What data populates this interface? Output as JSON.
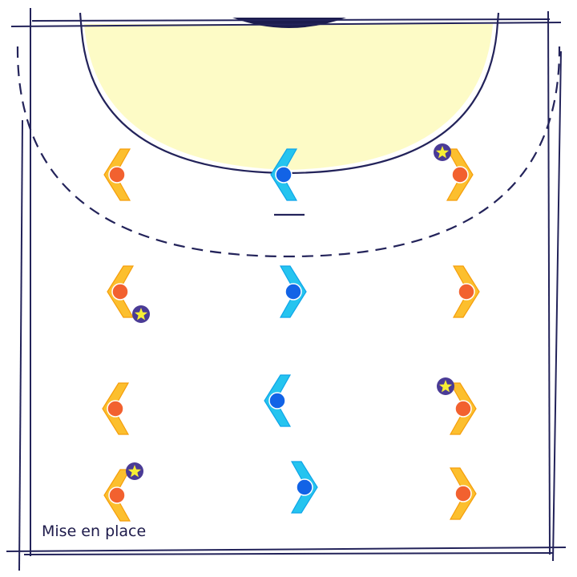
{
  "caption": "Mise en place",
  "colors": {
    "court_line": "#23235a",
    "goal_area_fill": "#fdfbc6",
    "goal_fill": "#1c1c4e",
    "attacker_chevron": "#fcbf2e",
    "attacker_chevron_edge": "#f59e0b",
    "attacker_ball": "#f2612f",
    "defender_chevron": "#25c4ef",
    "defender_chevron_edge": "#0ea5e9",
    "defender_ball": "#1263e6",
    "star_badge": "#4a3b96",
    "star": "#f7ee34"
  },
  "players": [
    {
      "team": "attack",
      "facing": "left",
      "star": false
    },
    {
      "team": "defense",
      "facing": "left",
      "star": false
    },
    {
      "team": "attack",
      "facing": "right",
      "star": true
    },
    {
      "team": "attack",
      "facing": "left",
      "star": true
    },
    {
      "team": "defense",
      "facing": "right",
      "star": false
    },
    {
      "team": "attack",
      "facing": "right",
      "star": false
    },
    {
      "team": "attack",
      "facing": "left",
      "star": false
    },
    {
      "team": "defense",
      "facing": "left",
      "star": false
    },
    {
      "team": "attack",
      "facing": "right",
      "star": true
    },
    {
      "team": "attack",
      "facing": "left",
      "star": true
    },
    {
      "team": "defense",
      "facing": "right",
      "star": false
    },
    {
      "team": "attack",
      "facing": "right",
      "star": false
    }
  ]
}
